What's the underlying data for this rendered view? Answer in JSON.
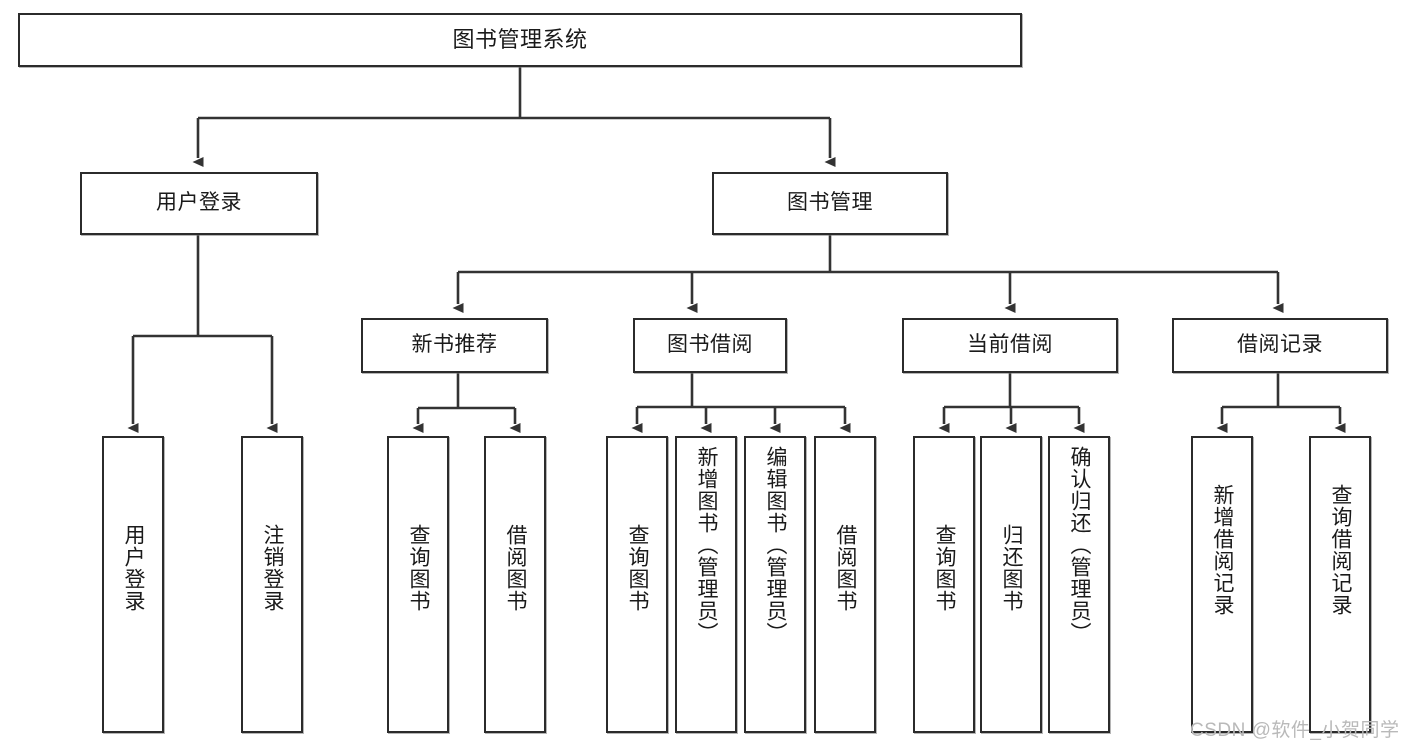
{
  "diagram": {
    "title": "图书管理系统",
    "type": "tree-hierarchy",
    "root": {
      "label": "图书管理系统"
    },
    "level1": [
      {
        "label": "用户登录"
      },
      {
        "label": "图书管理"
      }
    ],
    "level2": [
      {
        "label": "新书推荐"
      },
      {
        "label": "图书借阅"
      },
      {
        "label": "当前借阅"
      },
      {
        "label": "借阅记录"
      }
    ],
    "leaves": {
      "user_login": [
        {
          "label": "用户登录"
        },
        {
          "label": "注销登录"
        }
      ],
      "new_book_recommend": [
        {
          "label": "查询图书"
        },
        {
          "label": "借阅图书"
        }
      ],
      "book_borrow": [
        {
          "label": "查询图书"
        },
        {
          "label": "新增图书（管理员）"
        },
        {
          "label": "编辑图书（管理员）"
        },
        {
          "label": "借阅图书"
        }
      ],
      "current_borrow": [
        {
          "label": "查询图书"
        },
        {
          "label": "归还图书"
        },
        {
          "label": "确认归还（管理员）"
        }
      ],
      "borrow_record": [
        {
          "label": "新增借阅记录"
        },
        {
          "label": "查询借阅记录"
        }
      ]
    }
  },
  "watermark": {
    "text": "CSDN @软件_小贺同学"
  },
  "colors": {
    "border": "#2b2b2b",
    "background": "#ffffff",
    "text": "#1a1a1a",
    "watermark": "#b9b9b9"
  }
}
